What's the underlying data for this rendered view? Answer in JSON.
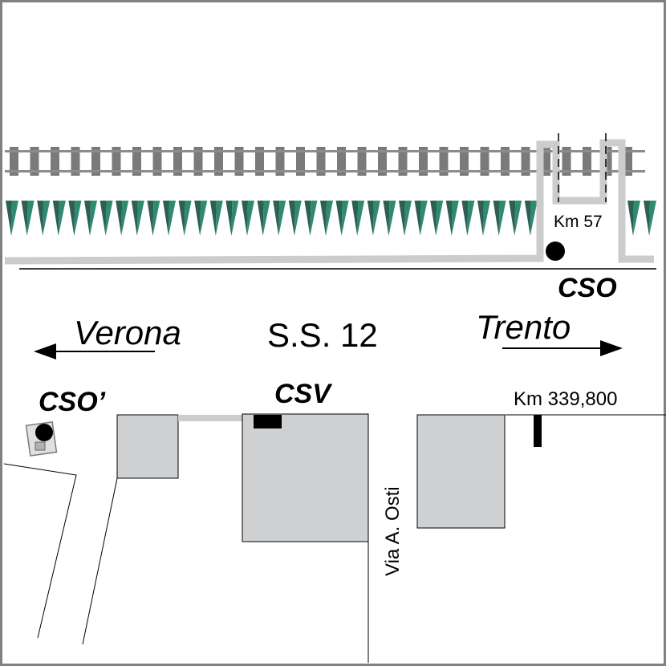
{
  "labels": {
    "km57": "Km 57",
    "cso": "CSO",
    "verona": "Verona",
    "road": "S.S. 12",
    "trento": "Trento",
    "cso_prime": "CSO’",
    "csv": "CSV",
    "km339": "Km 339,800",
    "street": "Via A. Osti"
  },
  "colors": {
    "rail_tie": "#7a7a7a",
    "rail": "#8c8c8c",
    "hedge_dark": "#2f5f52",
    "hedge_light": "#2e8b72",
    "building_fill": "#cfd0d2",
    "path": "#cccccc",
    "ink": "#000000",
    "frame": "#808080"
  },
  "icons": {
    "verona_arrow": "arrow-left-icon",
    "trento_arrow": "arrow-right-icon",
    "station_marker": "filled-circle-icon"
  }
}
